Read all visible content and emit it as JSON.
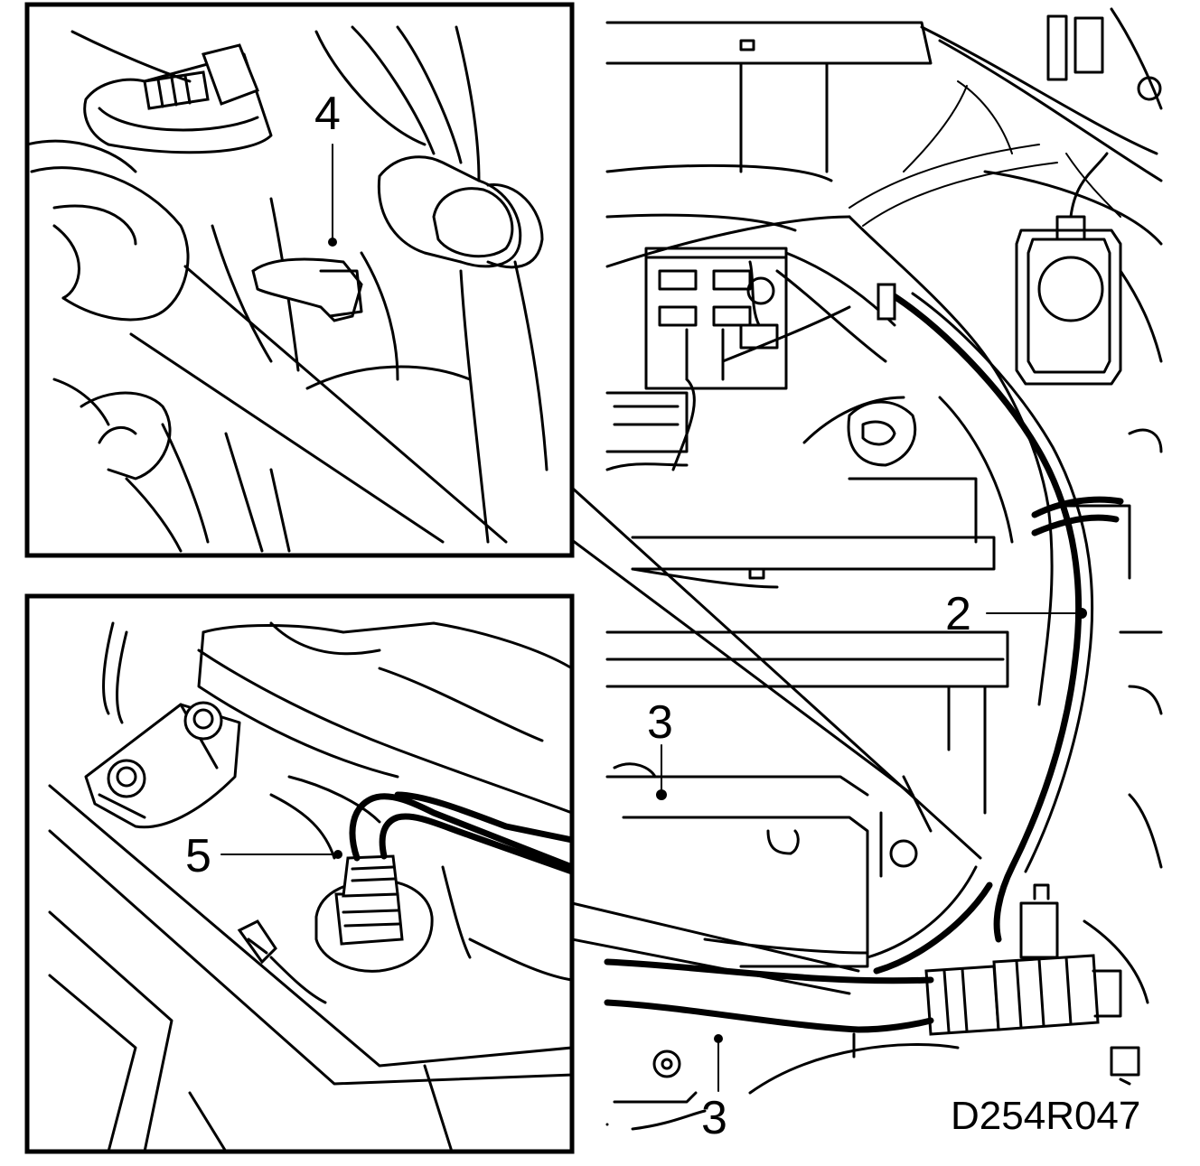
{
  "diagram": {
    "reference_code": "D254R047",
    "callouts": {
      "c2": "2",
      "c3_top": "3",
      "c3_bottom": "3",
      "c4": "4",
      "c5": "5"
    }
  }
}
